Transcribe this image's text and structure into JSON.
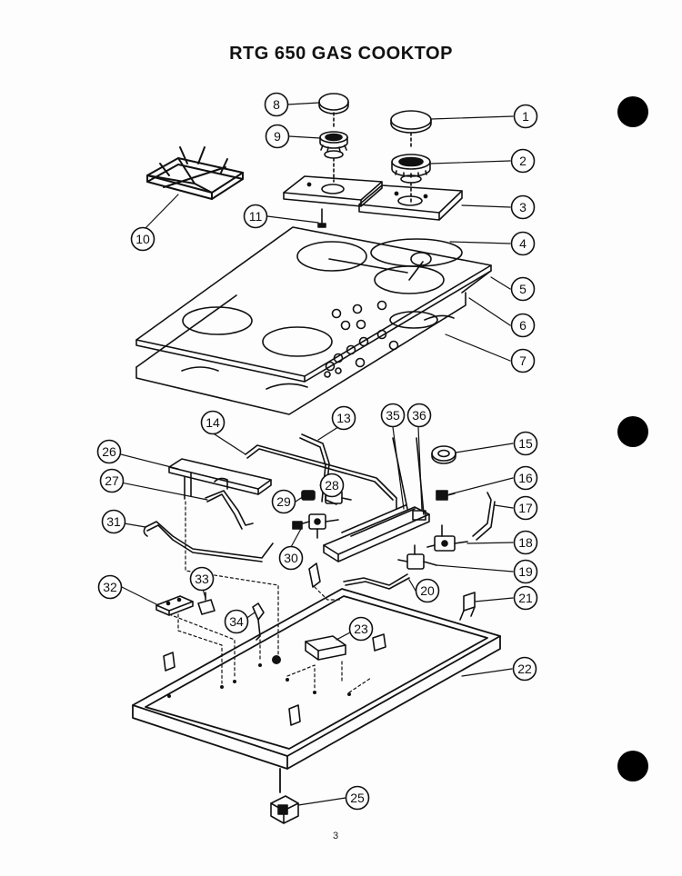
{
  "title": "RTG 650 GAS COOKTOP",
  "page_number": "3",
  "callouts": [
    "1",
    "2",
    "3",
    "4",
    "5",
    "6",
    "7",
    "8",
    "9",
    "10",
    "11",
    "13",
    "14",
    "15",
    "16",
    "17",
    "18",
    "19",
    "20",
    "21",
    "22",
    "23",
    "25",
    "26",
    "27",
    "28",
    "29",
    "30",
    "31",
    "32",
    "33",
    "34",
    "35",
    "36"
  ],
  "colors": {
    "ink": "#111111",
    "paper": "#fdfdfd"
  }
}
